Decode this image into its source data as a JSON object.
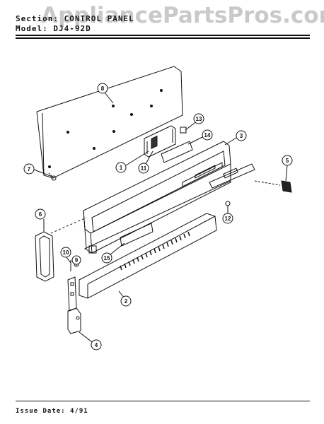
{
  "header": {
    "line1": "Section: CONTROL PANEL",
    "line2": "Model: DJ4-92D"
  },
  "watermark": "AppliancePartsPros.com",
  "footer": {
    "issue_date": "Issue Date: 4/91"
  },
  "callouts": [
    "1",
    "2",
    "3",
    "4",
    "5",
    "6",
    "7",
    "8",
    "9",
    "10",
    "11",
    "12",
    "13",
    "14",
    "15"
  ]
}
